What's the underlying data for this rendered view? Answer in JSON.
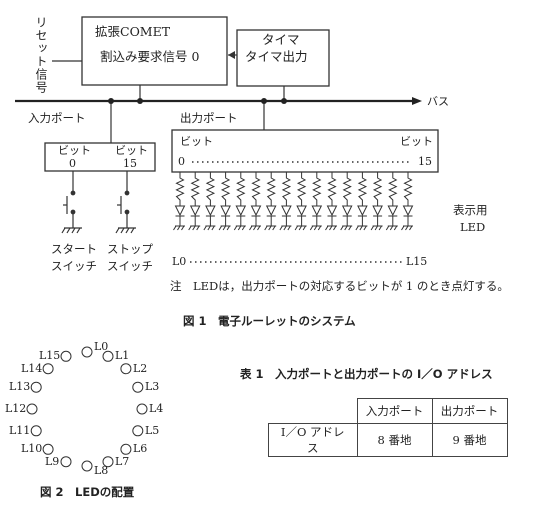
{
  "fig1": {
    "reset_signal": "リセット信号",
    "cpu_title": "拡張COMET",
    "cpu_interrupt": "割込み要求信号 0",
    "timer_title": "タイマ",
    "timer_output": "タイマ出力",
    "bus": "バス",
    "input_port": "入力ポート",
    "output_port": "出力ポート",
    "bit_label": "ビット",
    "in_bit0": "0",
    "in_bit15": "15",
    "out_bit0": "0",
    "out_bit15": "15",
    "led_label_line1": "表示用",
    "led_label_line2": "LED",
    "led_first": "L0",
    "led_last": "L15",
    "start_switch_line1": "スタート",
    "start_switch_line2": "スイッチ",
    "stop_switch_line1": "ストップ",
    "stop_switch_line2": "スイッチ",
    "note": "注　LEDは，出力ポートの対応するビットが 1 のとき点灯する。",
    "caption": "図 1　電子ルーレットのシステム"
  },
  "fig2": {
    "leds": [
      "L0",
      "L1",
      "L2",
      "L3",
      "L4",
      "L5",
      "L6",
      "L7",
      "L8",
      "L9",
      "L10",
      "L11",
      "L12",
      "L13",
      "L14",
      "L15"
    ],
    "caption": "図 2　LEDの配置"
  },
  "table1": {
    "caption": "表 1　入力ポートと出力ポートの I／O アドレス",
    "headers": [
      "",
      "入力ポート",
      "出力ポート"
    ],
    "row_label": "I／O アドレス",
    "input_address": "8 番地",
    "output_address": "9 番地"
  }
}
